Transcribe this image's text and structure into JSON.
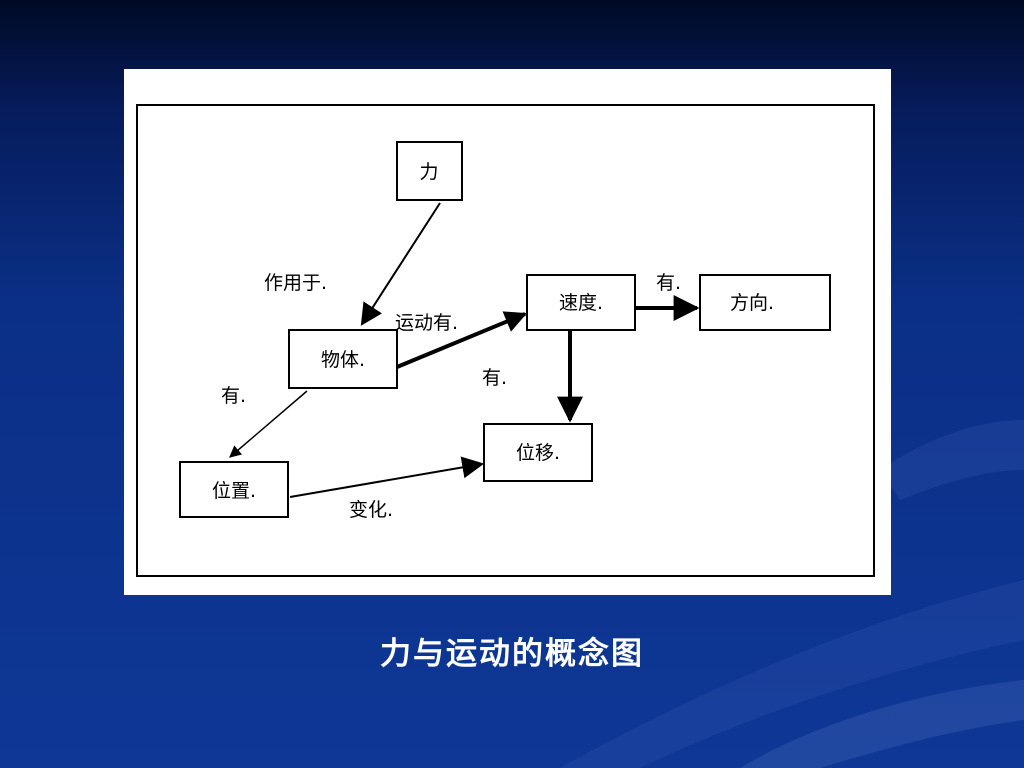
{
  "diagram": {
    "nodes": {
      "force": "力",
      "object": "物体.",
      "velocity": "速度.",
      "direction": "方向.",
      "position": "位置.",
      "displacement": "位移."
    },
    "edges": {
      "acts_on": "作用于.",
      "motion_has": "运动有.",
      "velocity_has": "有.",
      "object_has": "有.",
      "velocity_has_disp": "有.",
      "change": "变化."
    }
  },
  "caption": "力与运动的概念图",
  "colors": {
    "background": "#0b2f86",
    "canvas": "#ffffff",
    "stroke": "#000000",
    "caption": "#ffffff"
  }
}
